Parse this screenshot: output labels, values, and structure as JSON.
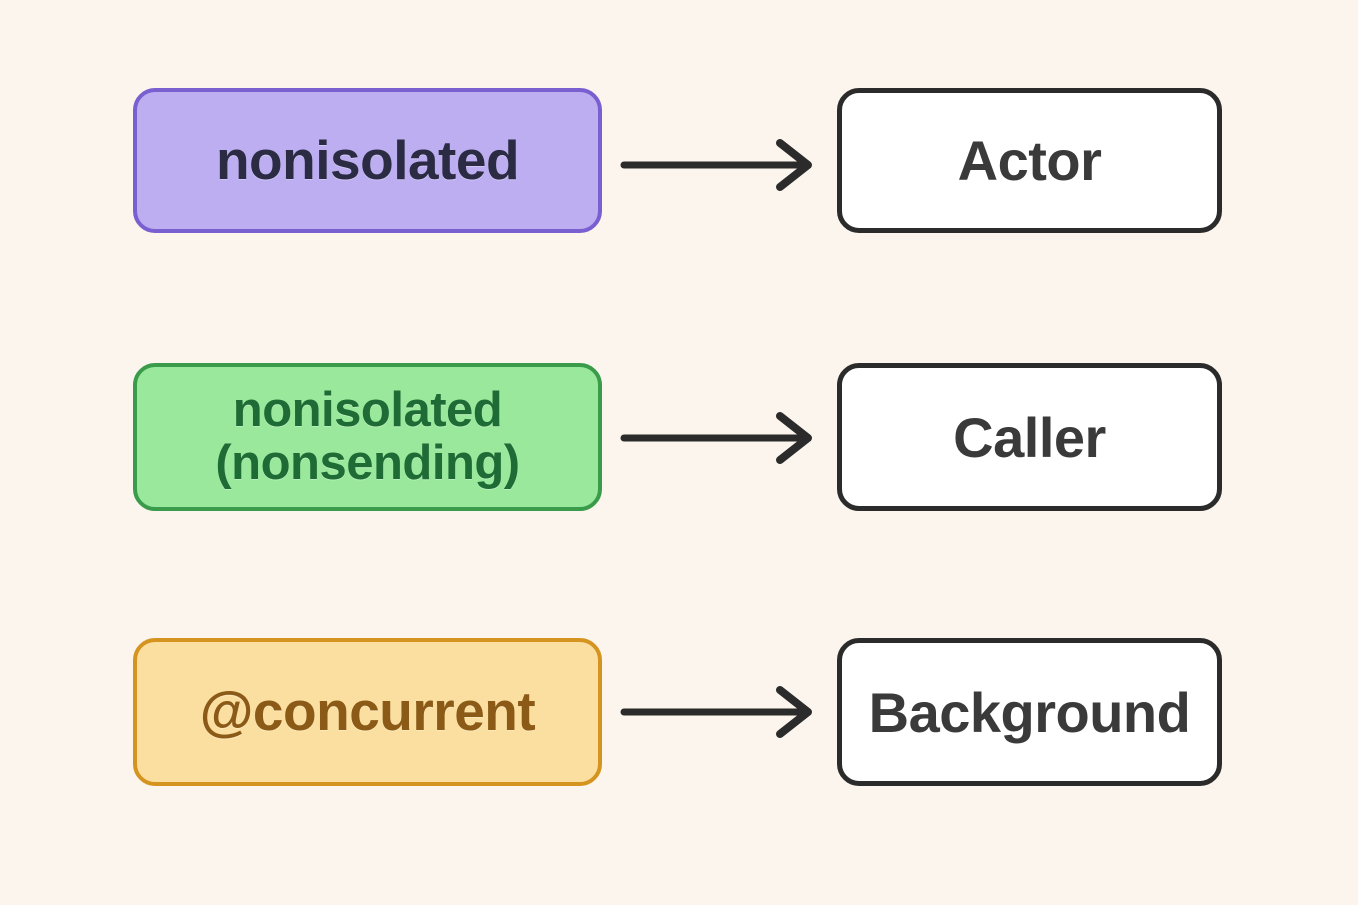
{
  "background_color": "#FBF5ED",
  "diagram": {
    "type": "mapping-diagram",
    "rows": [
      {
        "source": {
          "label": "nonisolated",
          "line1": "nonisolated",
          "line2": "",
          "fill": "#BCAEF0",
          "border": "#7A5FD0",
          "text_color": "#2B2B44"
        },
        "connector": "arrow-right",
        "target": {
          "label": "Actor",
          "fill": "#FFFFFF",
          "border": "#2B2B2B",
          "text_color": "#3A3A3A"
        }
      },
      {
        "source": {
          "label": "nonisolated (nonsending)",
          "line1": "nonisolated",
          "line2": "(nonsending)",
          "fill": "#99E89C",
          "border": "#3A9C4B",
          "text_color": "#1F6B35"
        },
        "connector": "arrow-right",
        "target": {
          "label": "Caller",
          "fill": "#FFFFFF",
          "border": "#2B2B2B",
          "text_color": "#3A3A3A"
        }
      },
      {
        "source": {
          "label": "@concurrent",
          "line1": "@concurrent",
          "line2": "",
          "fill": "#FBDFA0",
          "border": "#D4941F",
          "text_color": "#8A5A16"
        },
        "connector": "arrow-right",
        "target": {
          "label": "Background",
          "fill": "#FFFFFF",
          "border": "#2B2B2B",
          "text_color": "#3A3A3A"
        }
      }
    ]
  }
}
